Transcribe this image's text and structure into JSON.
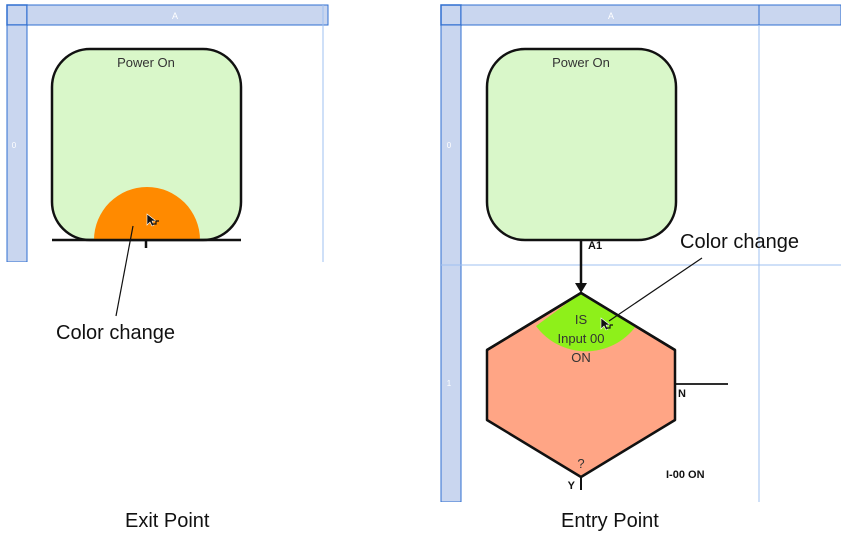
{
  "left_panel": {
    "column_header": "A",
    "row_header": "0",
    "start_block": {
      "label": "Power On",
      "fill": "#d9f7c9",
      "exit_point_color": "#ff8a00"
    },
    "callout": "Color change",
    "caption": "Exit Point"
  },
  "right_panel": {
    "column_header": "A",
    "row_headers": [
      "0",
      "1"
    ],
    "start_block": {
      "label": "Power On",
      "fill": "#d9f7c9"
    },
    "connector_label": "A1",
    "decision_block": {
      "line1": "IS",
      "line2": "Input 00",
      "line3": "ON",
      "question": "?",
      "no_label": "N",
      "yes_label": "Y",
      "status": "I-00 ON",
      "fill": "#ffa585",
      "entry_point_color": "#8ef01a"
    },
    "callout": "Color change",
    "caption": "Entry Point"
  },
  "colors": {
    "header_blue": "#c9d6ef",
    "grid_line": "#9fc0f0",
    "border": "#2f6fd0"
  }
}
